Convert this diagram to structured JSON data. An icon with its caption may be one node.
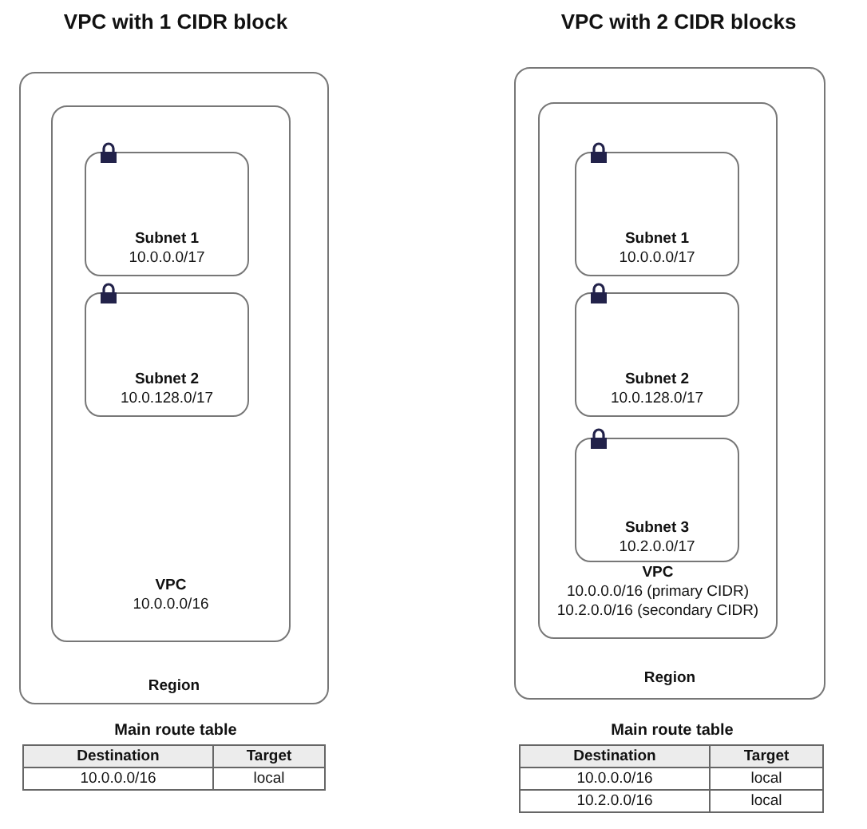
{
  "diagram": {
    "nodes": [
      {
        "text": [
          "Region"
        ]
      },
      {
        "text": [
          "VPC",
          "10.0.0.0/16"
        ],
        "in": 0
      },
      {
        "text": [
          "Subnet 1",
          "10.0.0.0/17"
        ],
        "in": 1
      },
      {
        "text": [
          "Subnet 2",
          "10.0.128.0/17"
        ],
        "in": 1
      },
      {
        "text": [
          "Region"
        ]
      },
      {
        "text": [
          "VPC",
          "10.0.0.0/16 (primary CIDR)",
          "10.2.0.0/16 (secondary CIDR)"
        ],
        "in": 4
      },
      {
        "text": [
          "Subnet 1",
          "10.0.0.0/17"
        ],
        "in": 5
      },
      {
        "text": [
          "Subnet 2",
          "10.0.128.0/17"
        ],
        "in": 5
      },
      {
        "text": [
          "Subnet 3",
          "10.2.0.0/17"
        ],
        "in": 5
      }
    ],
    "edges": [],
    "labels": [
      "VPC with 1 CIDR block",
      "VPC with 2 CIDR blocks",
      "Main route table",
      "Destination",
      "Target",
      "10.0.0.0/16",
      "local",
      "Main route table",
      "Destination",
      "Target",
      "10.0.0.0/16",
      "local",
      "10.2.0.0/16",
      "local"
    ]
  }
}
